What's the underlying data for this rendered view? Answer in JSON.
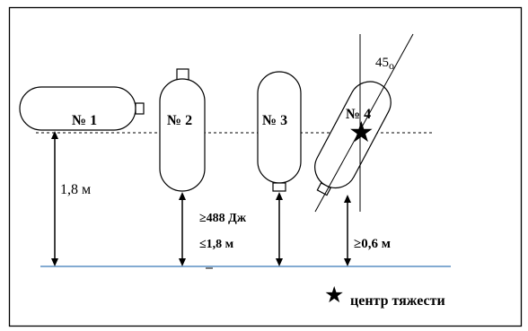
{
  "cylinders": [
    {
      "label": "№ 1"
    },
    {
      "label": "№ 2"
    },
    {
      "label": "№ 3"
    },
    {
      "label": "№ 4"
    }
  ],
  "angle_label": "45",
  "angle_degree_mark": "o",
  "height_label": "1,8 м",
  "energy_label": "≥488 Дж",
  "drop_height_label": "≤1,8 м",
  "min_height_label": "≥0,6 м",
  "legend": {
    "symbol": "★",
    "label": "центр тяжести"
  },
  "colors": {
    "ground_line": "#5a8fc4",
    "ink": "#000000"
  }
}
